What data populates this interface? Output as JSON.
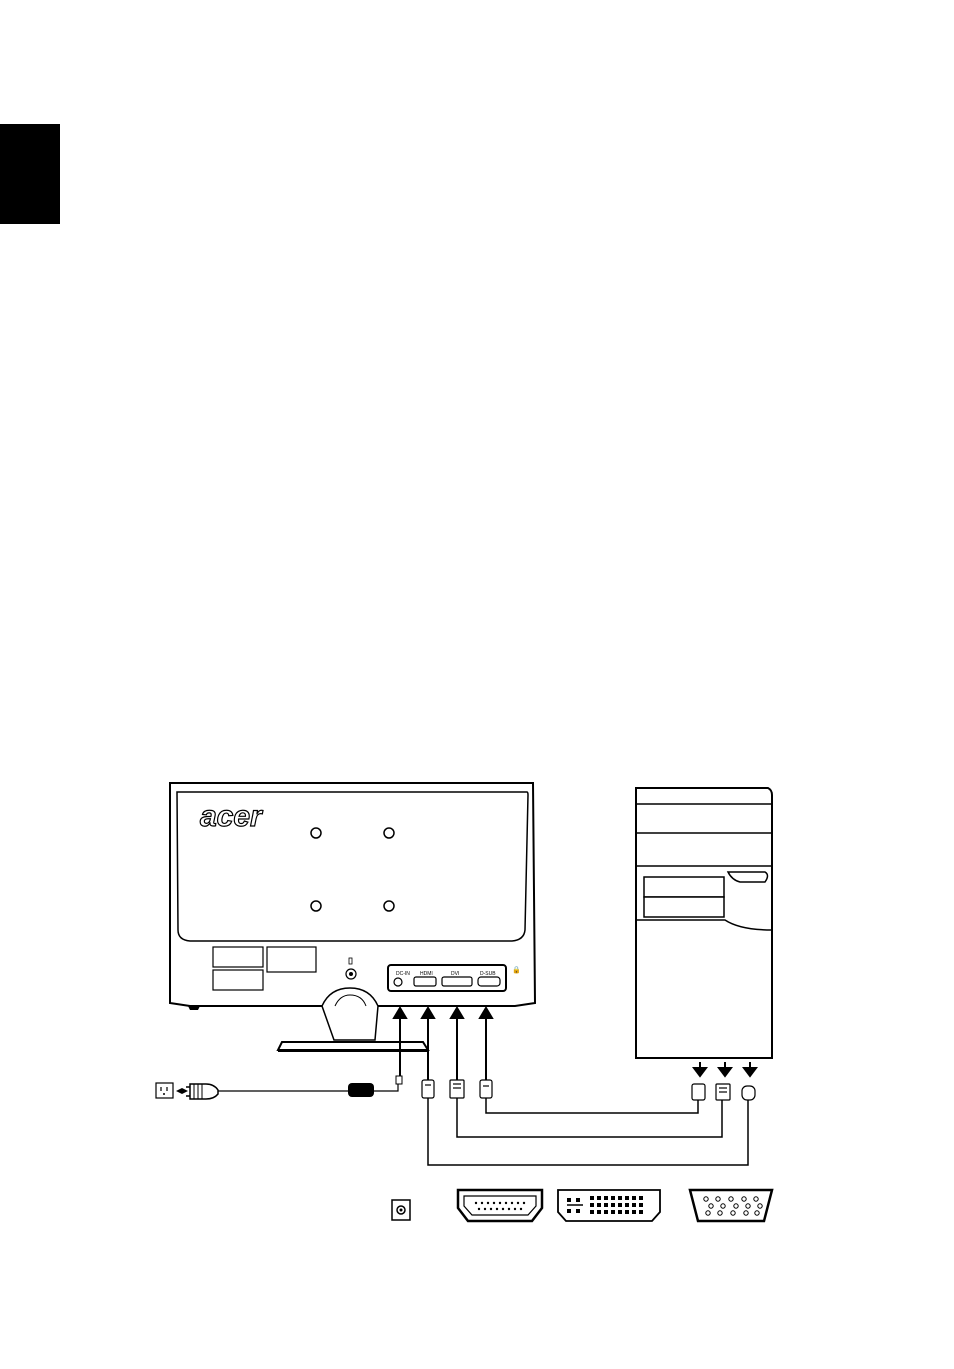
{
  "page": {
    "side_tab_color": "#000000"
  },
  "monitor": {
    "brand_logo": "acer",
    "port_labels": [
      "DC-IN",
      "HDMI",
      "DVI",
      "D-SUB"
    ]
  },
  "connector_legend": [
    {
      "icon": "dc-in-jack-icon"
    },
    {
      "icon": "hdmi-port-icon"
    },
    {
      "icon": "dvi-port-icon"
    },
    {
      "icon": "vga-dsub-port-icon"
    }
  ],
  "icons": {
    "wall_outlet": "wall-outlet-icon",
    "power_plug": "power-plug-icon",
    "adapter": "power-adapter-icon",
    "pc": "pc-tower-icon"
  }
}
